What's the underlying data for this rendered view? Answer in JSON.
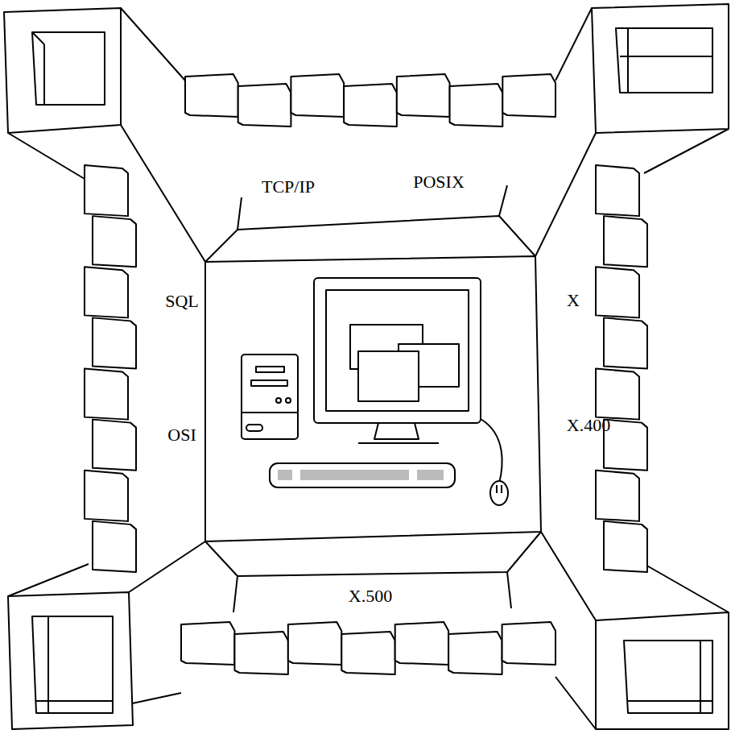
{
  "diagram": {
    "labels": [
      "TCP/IP",
      "POSIX",
      "SQL",
      "OSI",
      "X",
      "X.400",
      "X.500"
    ]
  }
}
